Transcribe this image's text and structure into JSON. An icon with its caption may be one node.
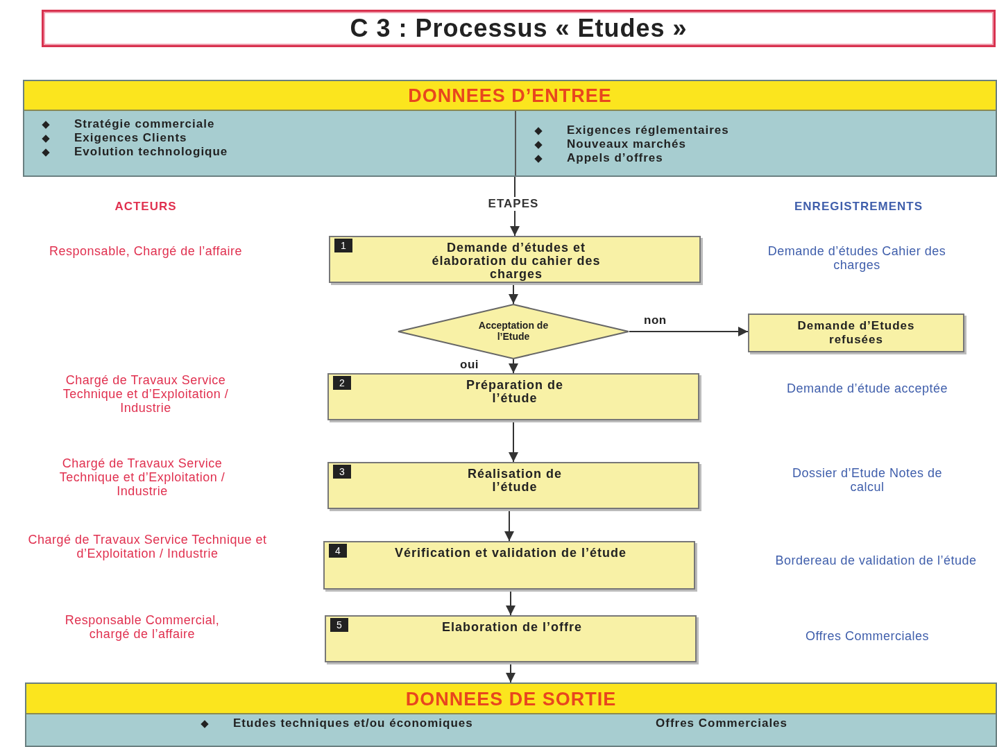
{
  "diagram": {
    "title": "C 3 : Processus « Etudes »",
    "nodes": [
      {
        "text": [
          "DONNEES D’ENTREE",
          "Stratégie commerciale",
          "Exigences Clients",
          "Evolution technologique",
          "Exigences réglementaires",
          "Nouveaux marchés",
          "Appels d’offres"
        ]
      },
      {
        "text": [
          "1",
          "Demande d’études et élaboration du cahier des charges"
        ]
      },
      {
        "text": [
          "Acceptation de l’Etude"
        ]
      },
      {
        "text": [
          "Demande d’Etudes refusées"
        ]
      },
      {
        "text": [
          "2",
          "Préparation de l’étude"
        ]
      },
      {
        "text": [
          "3",
          "Réalisation de l’étude"
        ]
      },
      {
        "text": [
          "4",
          "Vérification et validation de l’étude"
        ]
      },
      {
        "text": [
          "5",
          "Elaboration de l’offre"
        ]
      },
      {
        "text": [
          "DONNEES DE SORTIE",
          "Etudes techniques et/ou économiques",
          "Offres Commerciales"
        ]
      }
    ],
    "edges": [
      {
        "from": 0,
        "to": 1,
        "arrow": "to"
      },
      {
        "from": 1,
        "to": 2,
        "arrow": "to"
      },
      {
        "from": 2,
        "to": 3,
        "arrow": "to",
        "label": "non"
      },
      {
        "from": 2,
        "to": 4,
        "arrow": "to",
        "label": "oui"
      },
      {
        "from": 4,
        "to": 5,
        "arrow": "to"
      },
      {
        "from": 5,
        "to": 6,
        "arrow": "to"
      },
      {
        "from": 6,
        "to": 7,
        "arrow": "to"
      },
      {
        "from": 7,
        "to": 8,
        "arrow": "to"
      }
    ],
    "labels": [
      "ACTEURS",
      "ETAPES",
      "ENREGISTREMENTS",
      "Responsable, Chargé de l’affaire",
      "Demande d’études Cahier des charges",
      "Chargé de Travaux Service Technique et d’Exploitation / Industrie",
      "Demande d’étude acceptée",
      "Chargé de Travaux Service Technique et d’Exploitation / Industrie",
      "Dossier d’Etude Notes de calcul",
      "Chargé de Travaux Service Technique et d’Exploitation / Industrie",
      "Bordereau de validation de l’étude",
      "Responsable Commercial, chargé de l’affaire",
      "Offres Commerciales"
    ]
  }
}
